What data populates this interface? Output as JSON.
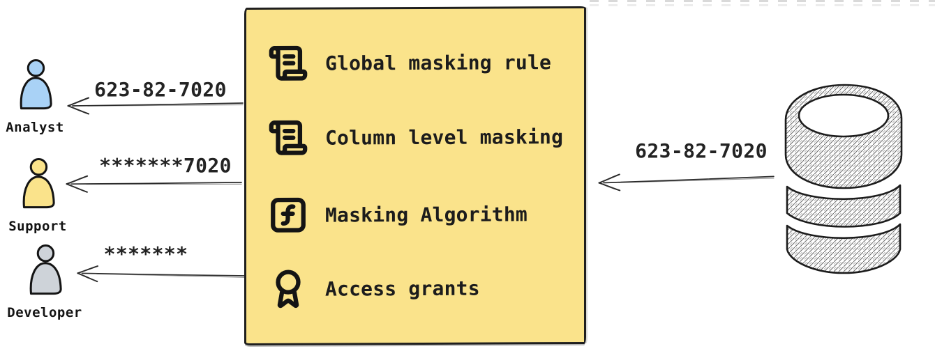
{
  "diagram_type": "data-masking-flow",
  "personas": [
    {
      "name": "Analyst",
      "masked_value": "623-82-7020",
      "icon": "person-icon",
      "color": "#a9d2f6"
    },
    {
      "name": "Support",
      "masked_value": "*******7020",
      "icon": "person-icon",
      "color": "#fae38b"
    },
    {
      "name": "Developer",
      "masked_value": "*******",
      "icon": "person-icon",
      "color": "#ced3d9"
    }
  ],
  "panel": {
    "fill": "#fae38b",
    "border_color": "#1f1f1f",
    "items": [
      {
        "label": "Global masking rule",
        "icon": "scroll-text-icon"
      },
      {
        "label": "Column level masking",
        "icon": "scroll-text-icon"
      },
      {
        "label": "Masking Algorithm",
        "icon": "function-square-icon"
      },
      {
        "label": "Access grants",
        "icon": "award-icon"
      }
    ]
  },
  "source": {
    "icon": "database-icon",
    "outbound_value": "623-82-7020"
  }
}
